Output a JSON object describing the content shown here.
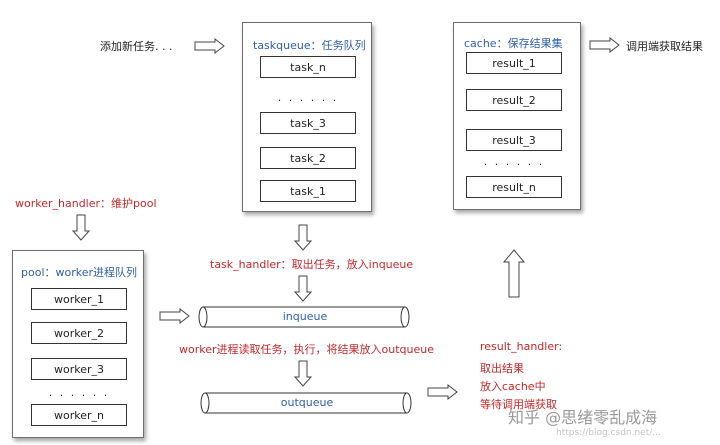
{
  "intro": {
    "add_task": "添加新任务. . ."
  },
  "taskqueue": {
    "title": "taskqueue：任务队列",
    "items": [
      "task_n",
      ". . . . . .",
      "task_3",
      "task_2",
      "task_1"
    ]
  },
  "cache": {
    "title": "cache：保存结果集",
    "items": [
      "result_1",
      "result_2",
      "result_3",
      ". . . . . .",
      "result_n"
    ],
    "caller_text": "调用端获取结果"
  },
  "worker_handler": {
    "label": "worker_handler：维护pool"
  },
  "pool": {
    "title": "pool：worker进程队列",
    "items": [
      "worker_1",
      "worker_2",
      "worker_3",
      ". . . . . .",
      "worker_n"
    ]
  },
  "task_handler": {
    "label": "task_handler：取出任务，放入inqueue"
  },
  "inqueue": {
    "label": "inqueue"
  },
  "worker_process": {
    "label": "worker进程读取任务，执行，将结果放入outqueue"
  },
  "outqueue": {
    "label": "outqueue"
  },
  "result_handler": {
    "title": "result_handler:",
    "lines": [
      "取出结果",
      "放入cache中",
      "等待调用端获取"
    ]
  },
  "watermark": {
    "main": "知乎 @思绪零乱成海",
    "sub": "https://blog.csdn.net/..."
  },
  "colors": {
    "blue": "#2e5fa8",
    "red": "#c0282a",
    "border": "#333333"
  }
}
